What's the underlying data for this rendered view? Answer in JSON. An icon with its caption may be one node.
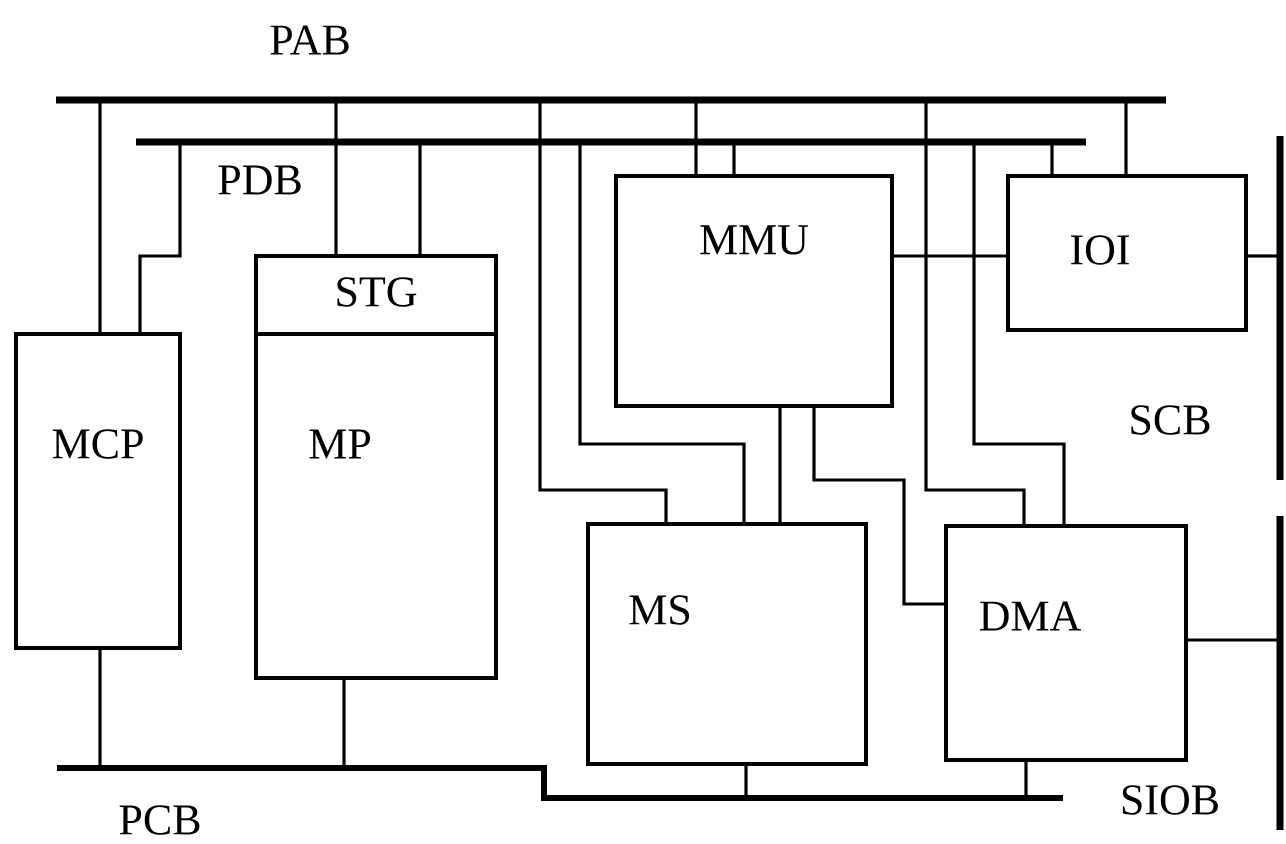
{
  "diagram": {
    "nodes": [
      {
        "text": [
          "PAB"
        ]
      },
      {
        "text": [
          "PDB"
        ]
      },
      {
        "text": [
          "MCP"
        ]
      },
      {
        "text": [
          "MP"
        ]
      },
      {
        "text": [
          "STG"
        ],
        "in": 3
      },
      {
        "text": [
          "MMU"
        ]
      },
      {
        "text": [
          "IOI"
        ]
      },
      {
        "text": [
          "SCB"
        ]
      },
      {
        "text": [
          "MS"
        ]
      },
      {
        "text": [
          "DMA"
        ]
      },
      {
        "text": [
          "PCB"
        ]
      },
      {
        "text": [
          "SIOB"
        ]
      }
    ],
    "edges": [
      {
        "from": 0,
        "to": 2,
        "arrow": "none"
      },
      {
        "from": 0,
        "to": 4,
        "arrow": "none"
      },
      {
        "from": 0,
        "to": 8,
        "arrow": "none"
      },
      {
        "from": 0,
        "to": 5,
        "arrow": "none"
      },
      {
        "from": 0,
        "to": 9,
        "arrow": "none"
      },
      {
        "from": 0,
        "to": 6,
        "arrow": "none"
      },
      {
        "from": 1,
        "to": 2,
        "arrow": "none"
      },
      {
        "from": 1,
        "to": 4,
        "arrow": "none"
      },
      {
        "from": 1,
        "to": 8,
        "arrow": "none"
      },
      {
        "from": 1,
        "to": 5,
        "arrow": "none"
      },
      {
        "from": 1,
        "to": 9,
        "arrow": "none"
      },
      {
        "from": 1,
        "to": 6,
        "arrow": "none"
      },
      {
        "from": 5,
        "to": 8,
        "arrow": "none"
      },
      {
        "from": 5,
        "to": 9,
        "arrow": "none"
      },
      {
        "from": 5,
        "to": 6,
        "arrow": "none"
      },
      {
        "from": 6,
        "to": 7,
        "arrow": "none"
      },
      {
        "from": 9,
        "to": 11,
        "arrow": "none"
      },
      {
        "from": 2,
        "to": 10,
        "arrow": "none"
      },
      {
        "from": 3,
        "to": 10,
        "arrow": "none"
      },
      {
        "from": 8,
        "to": 10,
        "arrow": "none"
      },
      {
        "from": 9,
        "to": 10,
        "arrow": "none"
      }
    ]
  }
}
